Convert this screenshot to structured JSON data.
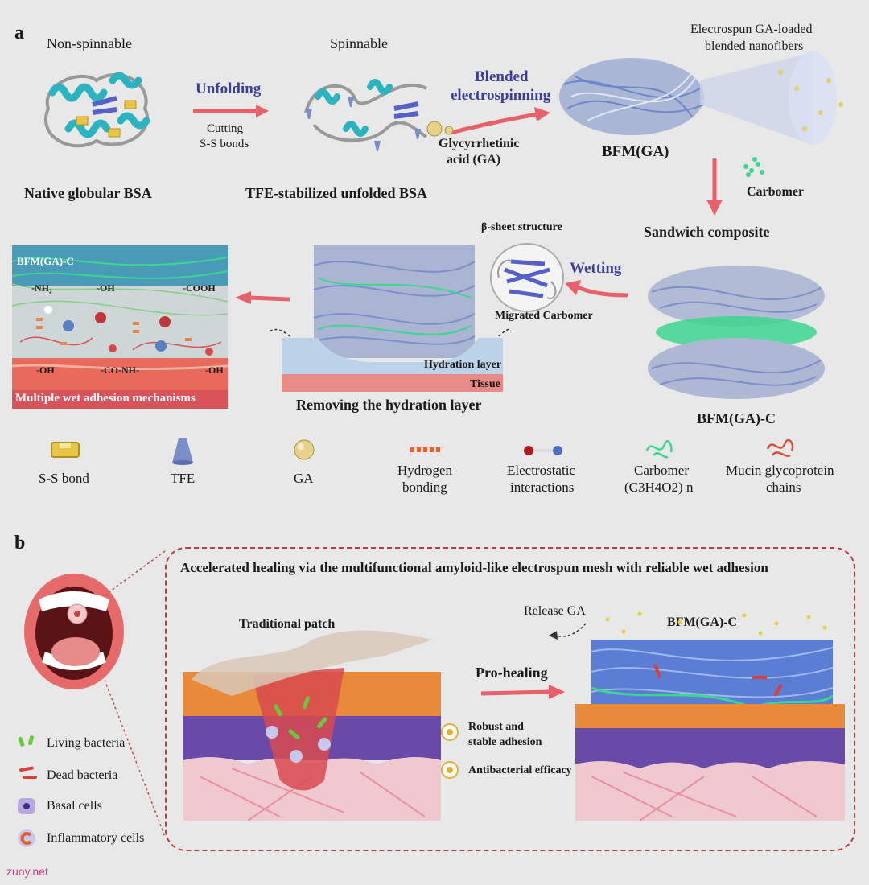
{
  "panel_a": {
    "label": "a",
    "non_spinnable": "Non-spinnable",
    "spinnable": "Spinnable",
    "unfolding": "Unfolding",
    "cutting_line1": "Cutting",
    "cutting_line2": "S-S bonds",
    "native_bsa": "Native globular BSA",
    "tfe_bsa": "TFE-stabilized unfolded BSA",
    "blended_line1": "Blended",
    "blended_line2": "electrospinning",
    "ga_line1": "Glycyrrhetinic",
    "ga_line2": "acid (GA)",
    "bfm_ga": "BFM(GA)",
    "electrospun_line1": "Electrospun GA-loaded",
    "electrospun_line2": "blended nanofibers",
    "carbomer": "Carbomer",
    "sandwich": "Sandwich composite",
    "bfm_ga_c": "BFM(GA)-C",
    "beta_sheet": "β-sheet structure",
    "wetting": "Wetting",
    "migrated_carbomer": "Migrated Carbomer",
    "hydration_layer": "Hydration layer",
    "tissue": "Tissue",
    "removing": "Removing the hydration layer",
    "inset_title": "BFM(GA)-C",
    "inset_nh2": "-NH₂",
    "inset_oh1": "-OH",
    "inset_cooh": "-COOH",
    "inset_oh2": "-OH",
    "inset_conh": "-CO-NH-",
    "inset_oh3": "-OH",
    "inset_footer": "Multiple wet adhesion mechanisms"
  },
  "legend": {
    "ss_bond": "S-S bond",
    "tfe": "TFE",
    "ga": "GA",
    "hbond_line1": "Hydrogen",
    "hbond_line2": "bonding",
    "electro_line1": "Electrostatic",
    "electro_line2": "interactions",
    "carbomer_line1": "Carbomer",
    "carbomer_line2": "(C3H4O2) n",
    "mucin_line1": "Mucin glycoprotein",
    "mucin_line2": "chains"
  },
  "panel_b": {
    "label": "b",
    "title": "Accelerated healing via  the multifunctional amyloid-like electrospun mesh with reliable wet adhesion",
    "traditional_patch": "Traditional patch",
    "release_ga": "Release GA",
    "bfm_ga_c": "BFM(GA)-C",
    "pro_healing": "Pro-healing",
    "robust_line1": "Robust and",
    "robust_line2": "stable adhesion",
    "antibacterial": "Antibacterial efficacy",
    "living_bacteria": "Living bacteria",
    "dead_bacteria": "Dead bacteria",
    "basal_cells": "Basal cells",
    "inflammatory_cells": "Inflammatory cells"
  },
  "watermark": "zuoy.net",
  "colors": {
    "arrow": "#e8606a",
    "accent_blue": "#3b3f9a",
    "protein_teal": "#2bb3c0",
    "fiber_blue": "#6f86c9",
    "carbomer_green": "#3dd68f",
    "tissue_red": "#d9535a"
  }
}
